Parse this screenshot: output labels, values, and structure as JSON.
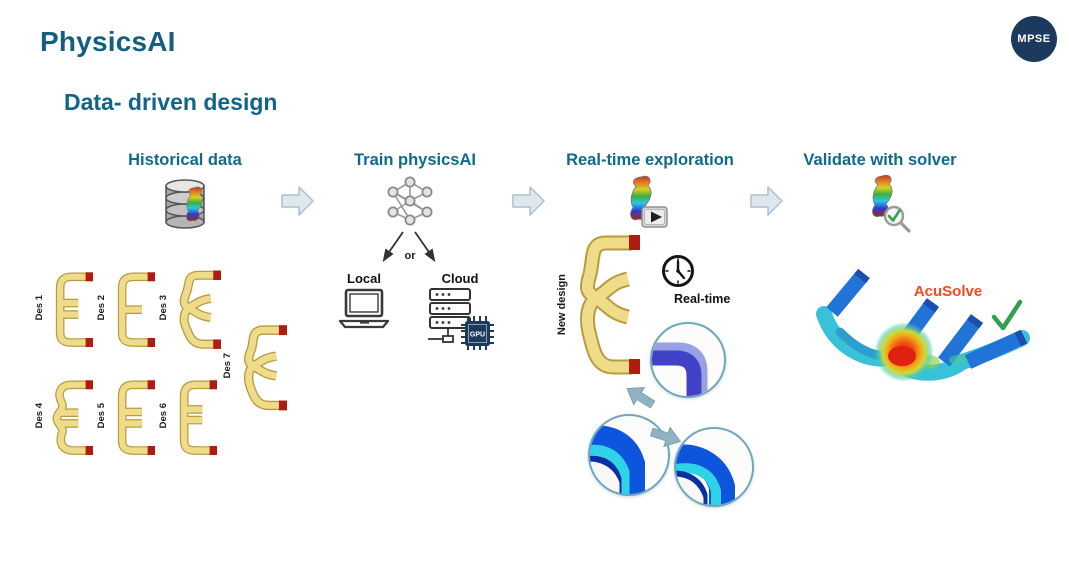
{
  "slide": {
    "title": "PhysicsAI",
    "subtitle": "Data- driven design",
    "badge_label": "MPSE"
  },
  "steps": [
    {
      "label": "Historical data",
      "icon": "database-heatmap-icon"
    },
    {
      "label": "Train physicsAI",
      "icon": "neural-network-icon"
    },
    {
      "label": "Real-time exploration",
      "icon": "heatmap-part-play-icon"
    },
    {
      "label": "Validate with solver",
      "icon": "heatmap-part-magnifier-icon"
    }
  ],
  "historical": {
    "designs": [
      {
        "label": "Des 1"
      },
      {
        "label": "Des 2"
      },
      {
        "label": "Des 3"
      },
      {
        "label": "Des 4"
      },
      {
        "label": "Des 5"
      },
      {
        "label": "Des 6"
      },
      {
        "label": "Des 7"
      }
    ]
  },
  "train": {
    "or_label": "or",
    "local_label": "Local",
    "cloud_label": "Cloud",
    "gpu_label": "GPU"
  },
  "exploration": {
    "new_design_label": "New design",
    "realtime_label": "Real-time"
  },
  "validation": {
    "solver_label": "AcuSolve"
  },
  "icons": {
    "database-heatmap-icon": "gray database cylinder with rainbow contour part",
    "neural-network-icon": "connected node graph",
    "heatmap-part-play-icon": "rainbow contour part with play button",
    "heatmap-part-magnifier-icon": "rainbow contour part with magnifier and green check",
    "flow-arrow-icon": "light blue block arrow pointing right",
    "clock-icon": "black outline clock",
    "laptop-icon": "black outline laptop",
    "server-gpu-icon": "server rack with navy GPU chip",
    "checkmark-icon": "green check mark"
  },
  "colors": {
    "title_teal": "#145e7f",
    "heading_teal": "#0e6a8e",
    "badge_navy": "#1c3a5e",
    "arrow_fill": "#dfe8ef",
    "arrow_border": "#a9c0d4",
    "tube_yellow": "#efdc8a",
    "tube_outline": "#b89b3e",
    "tube_cap_red": "#b01c10",
    "acusolve_orange": "#f9481d",
    "check_green": "#2fa14b"
  }
}
